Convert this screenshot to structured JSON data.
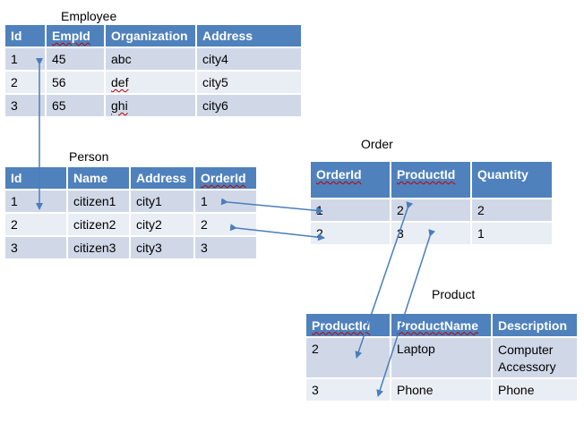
{
  "employee": {
    "title": "Employee",
    "headers": [
      "Id",
      "EmpId",
      "Organization",
      "Address"
    ],
    "rows": [
      [
        "1",
        "45",
        "abc",
        "city4"
      ],
      [
        "2",
        "56",
        "def",
        "city5"
      ],
      [
        "3",
        "65",
        "ghi",
        "city6"
      ]
    ]
  },
  "person": {
    "title": "Person",
    "headers": [
      "Id",
      "Name",
      "Address",
      "OrderId"
    ],
    "rows": [
      [
        "1",
        "citizen1",
        "city1",
        "1"
      ],
      [
        "2",
        "citizen2",
        "city2",
        "2"
      ],
      [
        "3",
        "citizen3",
        "city3",
        "3"
      ]
    ]
  },
  "order": {
    "title": "Order",
    "headers": [
      "OrderId",
      "ProductId",
      "Quantity"
    ],
    "rows": [
      [
        "1",
        "2",
        "2"
      ],
      [
        "2",
        "3",
        "1"
      ]
    ]
  },
  "product": {
    "title": "Product",
    "headers": [
      "ProductId",
      "ProductName",
      "Description"
    ],
    "rows": [
      [
        "2",
        "Laptop",
        "Computer Accessory"
      ],
      [
        "3",
        "Phone",
        "Phone"
      ]
    ]
  },
  "colors": {
    "header": "#4f81bd",
    "row_odd": "#d0d8e8",
    "row_even": "#e9edf4",
    "arrow": "#4a7ebb"
  }
}
